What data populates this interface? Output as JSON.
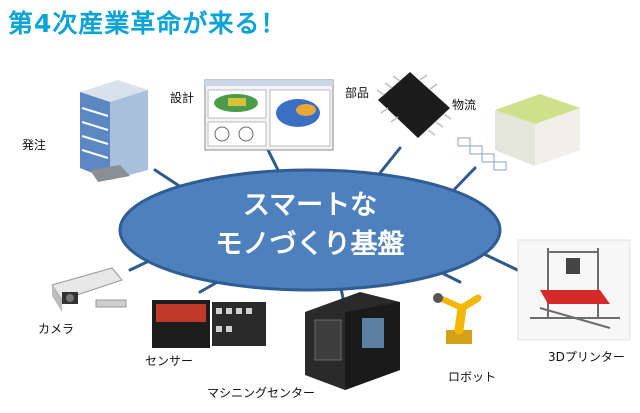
{
  "title": "第4次産業革命が来る！",
  "hub": {
    "line1": "スマートな",
    "line2": "モノづくり基盤"
  },
  "nodes": {
    "ordering": "発注",
    "design": "設計",
    "parts": "部品",
    "logistics": "物流",
    "camera": "カメラ",
    "sensor": "センサー",
    "machining_center": "マシニングセンター",
    "robot": "ロボット",
    "printer_3d": "3Dプリンター"
  },
  "colors": {
    "title": "#0aa3d8",
    "hub_fill": "#4e80bd",
    "hub_stroke": "#2f5d93",
    "spoke": "#2e5a8c"
  }
}
